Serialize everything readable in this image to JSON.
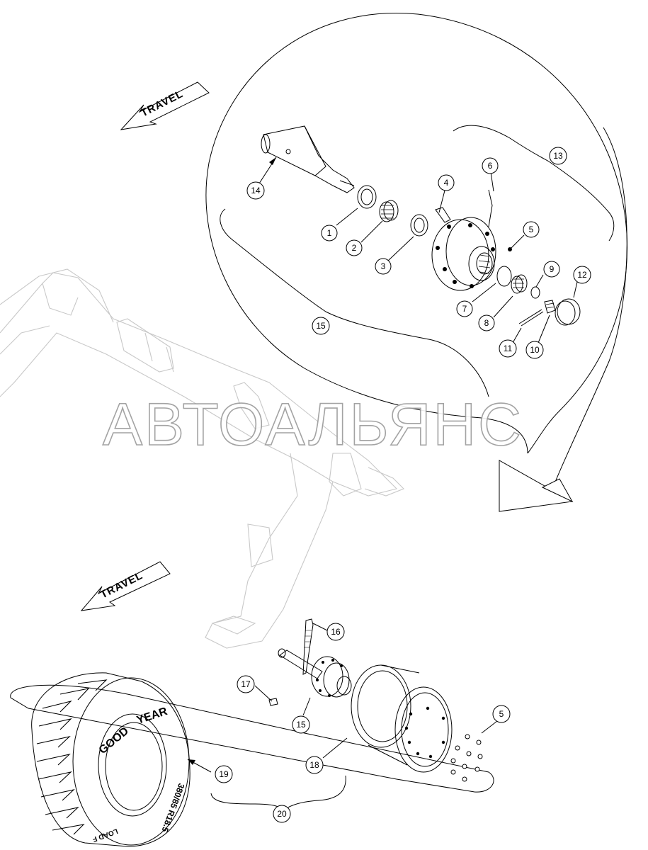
{
  "watermark": "АВТОАЛЬЯНС",
  "travel_arrows": [
    "TRAVEL",
    "TRAVEL"
  ],
  "callouts": [
    {
      "id": "1",
      "label": "1"
    },
    {
      "id": "2",
      "label": "2"
    },
    {
      "id": "3",
      "label": "3"
    },
    {
      "id": "4",
      "label": "4"
    },
    {
      "id": "5",
      "label": "5"
    },
    {
      "id": "6",
      "label": "6"
    },
    {
      "id": "7",
      "label": "7"
    },
    {
      "id": "8",
      "label": "8"
    },
    {
      "id": "9",
      "label": "9"
    },
    {
      "id": "10",
      "label": "10"
    },
    {
      "id": "11",
      "label": "11"
    },
    {
      "id": "12",
      "label": "12"
    },
    {
      "id": "13",
      "label": "13"
    },
    {
      "id": "14",
      "label": "14"
    },
    {
      "id": "15",
      "label": "15"
    },
    {
      "id": "16",
      "label": "16"
    },
    {
      "id": "17",
      "label": "17"
    },
    {
      "id": "15b",
      "label": "15"
    },
    {
      "id": "18",
      "label": "18"
    },
    {
      "id": "5b",
      "label": "5"
    },
    {
      "id": "19",
      "label": "19"
    },
    {
      "id": "20",
      "label": "20"
    }
  ],
  "tire": {
    "brand_1": "GOOD",
    "brand_2": "YEAR",
    "size": "380/85 R18.5",
    "load": "LOAD F"
  }
}
